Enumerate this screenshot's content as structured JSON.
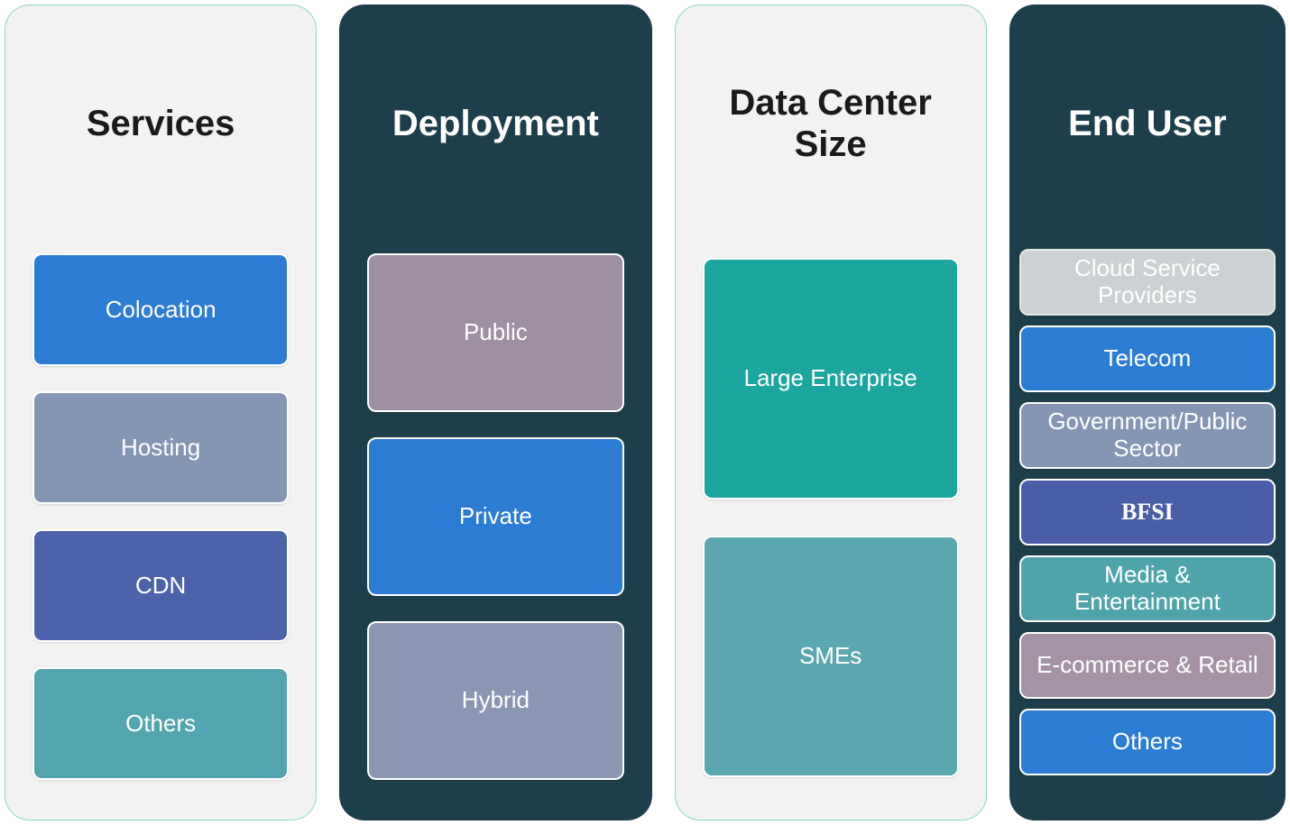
{
  "colors": {
    "light_panel_bg": "#f2f2f2",
    "light_panel_border": "#8fd4cc",
    "light_title_text": "#1a1a1a",
    "dark_panel_bg": "#1d3e4b",
    "dark_title_text": "#ffffff",
    "box_text": "#ffffff"
  },
  "columns": [
    {
      "title": "Services",
      "theme": "light",
      "items": [
        {
          "label": "Colocation",
          "color": "#2d7cd4"
        },
        {
          "label": "Hosting",
          "color": "#8496b4"
        },
        {
          "label": "CDN",
          "color": "#4c63ab"
        },
        {
          "label": "Others",
          "color": "#52a5ae"
        }
      ]
    },
    {
      "title": "Deployment",
      "theme": "dark",
      "items": [
        {
          "label": "Public",
          "color": "#9e90a2"
        },
        {
          "label": "Private",
          "color": "#2d7cd4"
        },
        {
          "label": "Hybrid",
          "color": "#8b96b2"
        }
      ]
    },
    {
      "title": "Data Center\nSize",
      "theme": "light",
      "items": [
        {
          "label": "Large Enterprise",
          "color": "#1ca6a0"
        },
        {
          "label": "SMEs",
          "color": "#5ba7b0"
        }
      ]
    },
    {
      "title": "End User",
      "theme": "dark",
      "items": [
        {
          "label": "Cloud Service\nProviders",
          "color": "#ccd2d3",
          "border_color": "#e2e8e0",
          "text_color": "#ffffff"
        },
        {
          "label": "Telecom",
          "color": "#2d7cd4"
        },
        {
          "label": "Government/Public\nSector",
          "color": "#8496b4"
        },
        {
          "label": "BFSI",
          "color": "#4a5ea7"
        },
        {
          "label": "Media &\nEntertainment",
          "color": "#4fa3ab"
        },
        {
          "label": "E-commerce & Retail",
          "color": "#a593a5"
        },
        {
          "label": "Others",
          "color": "#2d7cd4"
        }
      ]
    }
  ]
}
